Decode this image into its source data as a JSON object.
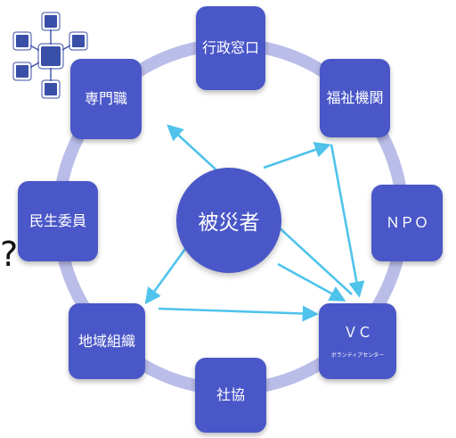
{
  "diagram": {
    "center": "被災者",
    "nodes": {
      "gyosei": "行政窓口",
      "fukushi": "福祉機関",
      "npo": "ＮＰＯ",
      "vc": "ＶＣ",
      "vc_sub": "ボランティアセンター",
      "shakyo": "社協",
      "chiiki": "地域組織",
      "minsei": "民生委員",
      "senmon": "専門職"
    },
    "side_mark": "?",
    "colors": {
      "node_fill": "#4a57c8",
      "ring": "#b9bde8",
      "arrow": "#4fc3ec",
      "icon": "#3a4fa8"
    },
    "icon": "network-hub-icon"
  }
}
